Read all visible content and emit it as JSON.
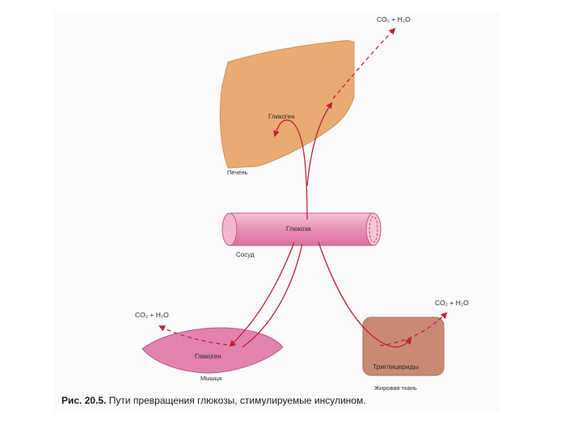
{
  "diagram": {
    "liver": {
      "organ_label": "Печень",
      "content_label": "Гликоген"
    },
    "vessel": {
      "content_label": "Глюкоза",
      "name_label": "Сосуд"
    },
    "muscle": {
      "organ_label": "Мышца",
      "content_label": "Гликоген"
    },
    "adipose": {
      "organ_label": "Жировая ткань",
      "content_label": "Триглицериды"
    },
    "products": {
      "top": "CO₂ + H₂O",
      "left": "CO₂ + H₂O",
      "right": "CO₂ + H₂O"
    },
    "colors": {
      "liver_fill": "#e8ab72",
      "vessel_fill": "#ec9cbe",
      "muscle_fill": "#e283ad",
      "adipose_fill": "#c98a74",
      "arrow_color": "#c0203a",
      "panel_background": "#fbfbfb"
    }
  },
  "caption": {
    "number": "Рис. 20.5.",
    "text": "Пути превращения глюкозы, стимулируемые инсулином."
  }
}
